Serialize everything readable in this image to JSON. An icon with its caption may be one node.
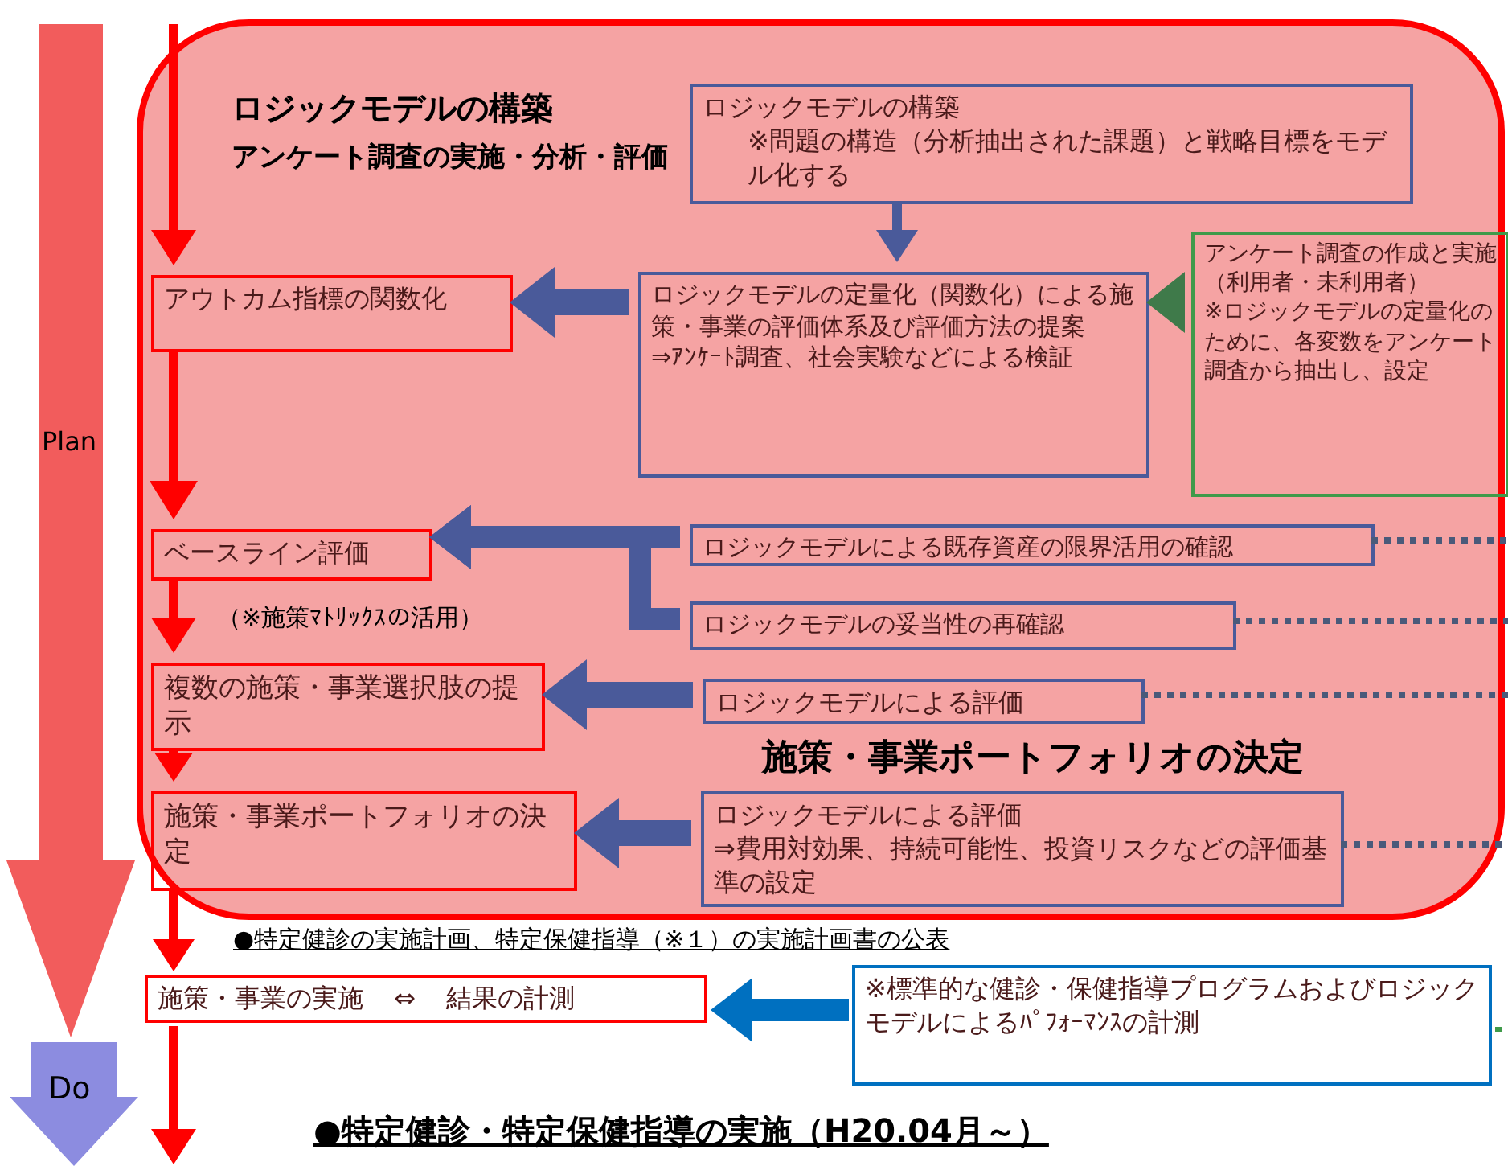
{
  "diagram": {
    "nodes": [
      {
        "text": [
          "Plan"
        ]
      },
      {
        "text": [
          "Do"
        ]
      },
      {
        "text": [
          "ロジックモデルの構築",
          "アンケート調査の実施・分析・評価",
          "施策・事業ポートフォリオの決定"
        ]
      },
      {
        "text": [
          "ロジックモデルの構築",
          "※問題の構造（分析抽出された課題）と戦略目標をモデル化する"
        ],
        "in": 2
      },
      {
        "text": [
          "ロジックモデルの定量化（関数化）による施策・事業の評価体系及び評価方法の提案",
          "⇒ｱﾝｹｰﾄ調査、社会実験などによる検証"
        ],
        "in": 2
      },
      {
        "text": [
          "アンケート調査の作成と実施（利用者・未利用者）",
          "※ロジックモデルの定量化のために、各変数をアンケート調査から抽出し、設定"
        ],
        "in": 2
      },
      {
        "text": [
          "アウトカム指標の関数化"
        ],
        "in": 2
      },
      {
        "text": [
          "ベースライン評価"
        ],
        "in": 2
      },
      {
        "text": [
          "ロジックモデルによる既存資産の限界活用の確認"
        ],
        "in": 2
      },
      {
        "text": [
          "ロジックモデルの妥当性の再確認"
        ],
        "in": 2
      },
      {
        "text": [
          "複数の施策・事業選択肢の提示"
        ],
        "in": 2
      },
      {
        "text": [
          "ロジックモデルによる評価"
        ],
        "in": 2
      },
      {
        "text": [
          "施策・事業ポートフォリオの決定"
        ],
        "in": 2
      },
      {
        "text": [
          "ロジックモデルによる評価",
          "⇒費用対効果、持続可能性、投資リスクなどの評価基準の設定"
        ],
        "in": 2
      },
      {
        "text": [
          "施策・事業の実施 ⇔ 結果の計測"
        ]
      },
      {
        "text": [
          "※標準的な健診・保健指導プログラムおよびロジックモデルによるﾊﾟﾌｫｰﾏﾝｽの計測"
        ]
      }
    ],
    "edges": [
      {
        "from": null,
        "to": 6,
        "arrow": "to"
      },
      {
        "from": 6,
        "to": 7,
        "arrow": "to"
      },
      {
        "from": 7,
        "to": 10,
        "arrow": "to"
      },
      {
        "from": 10,
        "to": 12,
        "arrow": "to"
      },
      {
        "from": 12,
        "to": 14,
        "arrow": "to"
      },
      {
        "from": 14,
        "to": null,
        "arrow": "to"
      },
      {
        "from": 3,
        "to": 4,
        "arrow": "to",
        "color": "#4a5a9a"
      },
      {
        "from": 4,
        "to": 6,
        "arrow": "to",
        "style": "thick",
        "color": "#4a5a9a"
      },
      {
        "from": 5,
        "to": 4,
        "arrow": "to",
        "style": "thick",
        "color": "#3f7a4a"
      },
      {
        "from": 8,
        "to": 7,
        "arrow": "to",
        "style": "thick",
        "color": "#4a5a9a"
      },
      {
        "from": 9,
        "to": 7,
        "arrow": "to",
        "style": "thick",
        "color": "#4a5a9a"
      },
      {
        "from": 11,
        "to": 10,
        "arrow": "to",
        "style": "thick",
        "color": "#4a5a9a"
      },
      {
        "from": 13,
        "to": 12,
        "arrow": "to",
        "style": "thick",
        "color": "#4a5a9a"
      },
      {
        "from": 15,
        "to": 14,
        "arrow": "to",
        "style": "thick",
        "color": "#0070c0"
      },
      {
        "from": 8,
        "to": null,
        "arrow": "none",
        "style": "dashed",
        "color": "#4a5a7a"
      },
      {
        "from": 9,
        "to": null,
        "arrow": "none",
        "style": "dashed",
        "color": "#4a5a7a"
      },
      {
        "from": 11,
        "to": null,
        "arrow": "none",
        "style": "dashed",
        "color": "#4a5a7a"
      },
      {
        "from": 13,
        "to": null,
        "arrow": "none",
        "style": "dashed",
        "color": "#4a5a7a"
      },
      {
        "from": 15,
        "to": null,
        "arrow": "none",
        "style": "dashed",
        "color": "#3f9a4a"
      }
    ],
    "labels": [
      "（※施策ﾏﾄﾘｯｸｽの活用）",
      "●特定健診の実施計画、特定保健指導（※１）の実施計画書の公表",
      "●特定健診・特定保健指導の実施（H20.04月～）"
    ]
  }
}
